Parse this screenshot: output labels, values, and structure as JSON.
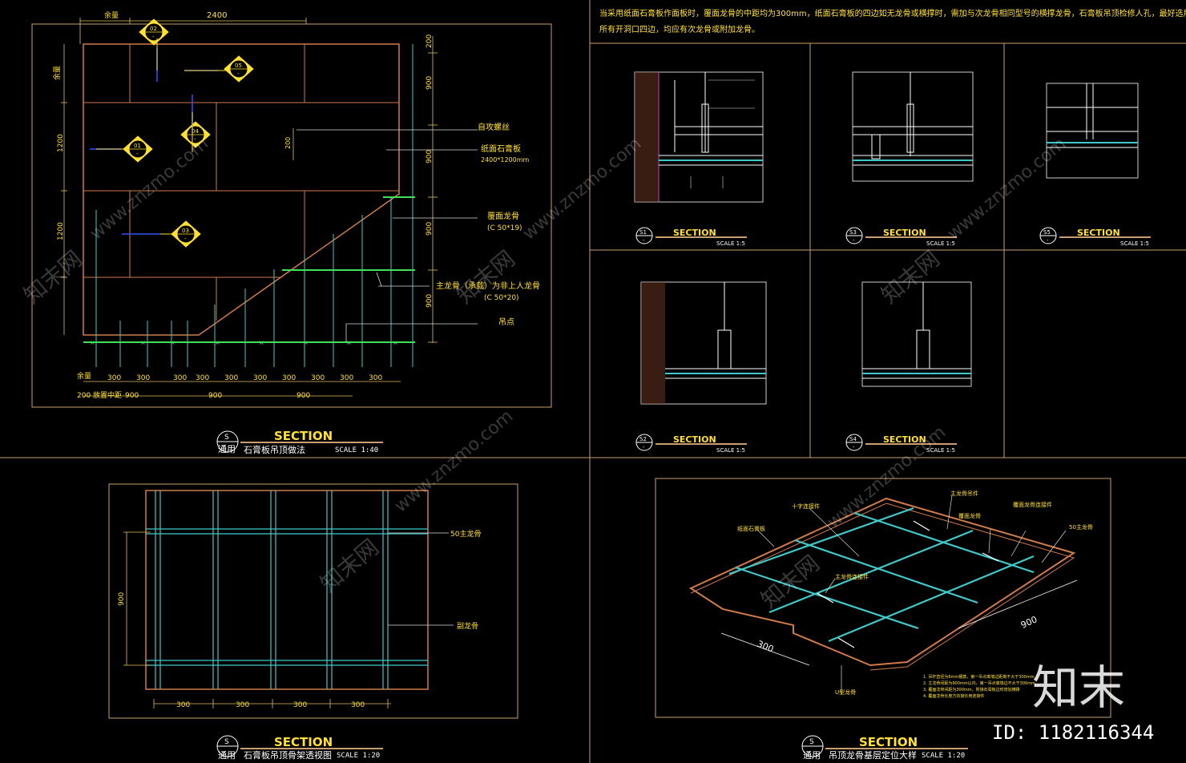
{
  "colors": {
    "background": "#000000",
    "frame": "#c8a070",
    "board": "#d07a4a",
    "main_keel": "#3fe05a",
    "secondary_keel": "#40c8c8",
    "dimension": "#e0c060",
    "text": "#ffe033",
    "white_text": "#ffffff",
    "leader": "#d8d8d8"
  },
  "note_top": {
    "line1": "当采用纸面石膏板作面板时，覆面龙骨的中距均为300mm，纸面石膏板的四边如无龙骨或横撑时，需加与次龙骨相同型号的横撑龙骨，石膏板吊顶检修人孔，最好选用工业成品，",
    "line2": "所有开洞口四边，均应有次龙骨或附加龙骨。"
  },
  "plan": {
    "dim_top_left": "余量",
    "dim_top": "2400",
    "dim_left_top": "余量",
    "dim_left_mid1": "1200",
    "dim_left_mid2": "1200",
    "dim_right": [
      "200",
      "900",
      "900",
      "900",
      "900"
    ],
    "dim_bottom_left": "余量",
    "dim_bottom": [
      "300",
      "300",
      "300",
      "300",
      "300",
      "300",
      "300",
      "300",
      "300",
      "300"
    ],
    "dim_bottom2_left": "200 放置中距",
    "dim_bottom2": [
      "900",
      "900",
      "900"
    ],
    "inner_dim": "200",
    "markers": [
      {
        "id": "02",
        "sub": "-"
      },
      {
        "id": "05",
        "sub": "-"
      },
      {
        "id": "01",
        "sub": "-"
      },
      {
        "id": "04",
        "sub": "-"
      },
      {
        "id": "03",
        "sub": "-"
      }
    ],
    "labels": [
      "自攻螺丝",
      "纸面石膏板",
      "2400*1200mm",
      "覆面龙骨",
      "(C 50*19)",
      "主龙骨（承载）为非上人龙骨",
      "(C 50*20)",
      "吊点"
    ]
  },
  "title_plan": {
    "circle_top": "S",
    "circle_bottom": "通用",
    "heading": "SECTION",
    "name": "石膏板吊顶做法",
    "scale": "SCALE 1:40"
  },
  "sections": [
    {
      "circle_top": "S1",
      "circle_bottom": "-",
      "heading": "SECTION",
      "scale": "SCALE 1:5"
    },
    {
      "circle_top": "S3",
      "circle_bottom": "-",
      "heading": "SECTION",
      "scale": "SCALE 1:5"
    },
    {
      "circle_top": "S5",
      "circle_bottom": "-",
      "heading": "SECTION",
      "scale": "SCALE 1:5"
    },
    {
      "circle_top": "S2",
      "circle_bottom": "-",
      "heading": "SECTION",
      "scale": "SCALE 1:5"
    },
    {
      "circle_top": "S4",
      "circle_bottom": "-",
      "heading": "SECTION",
      "scale": "SCALE 1:5"
    }
  ],
  "frame_view": {
    "dim_left": "900",
    "dim_bottom": [
      "300",
      "300",
      "300",
      "300"
    ],
    "labels": [
      "50主龙骨",
      "副龙骨"
    ]
  },
  "title_frame": {
    "circle_top": "S",
    "circle_bottom": "通用",
    "heading": "SECTION",
    "name": "石膏板吊顶骨架透视图",
    "scale": "SCALE 1:20"
  },
  "iso": {
    "dim_left": "300",
    "dim_right": "900",
    "labels": [
      "十字连接件",
      "主龙骨吊件",
      "覆面龙骨",
      "覆面龙骨连接件",
      "50主龙骨",
      "纸面石膏板",
      "主龙骨连接件",
      "U型龙骨"
    ],
    "notes": [
      "1. 吊杆直径为6mm钢筋，第一吊点离墙边距离不大于300mm",
      "2. 主龙骨间距为900mm以内，第一吊点离墙边不大于300mm",
      "3. 覆面龙骨间距为300mm，附接石膏板边时增加横撑",
      "4. 覆面龙骨长度方向接长用连接件"
    ]
  },
  "title_iso": {
    "circle_top": "S",
    "circle_bottom": "通用",
    "heading": "SECTION",
    "name": "吊顶龙骨基层定位大样",
    "scale": "SCALE 1:20"
  },
  "watermark": {
    "site": "www.znzmo.com",
    "brand": "知末网",
    "logo": "知末",
    "id": "ID: 1182116344"
  }
}
